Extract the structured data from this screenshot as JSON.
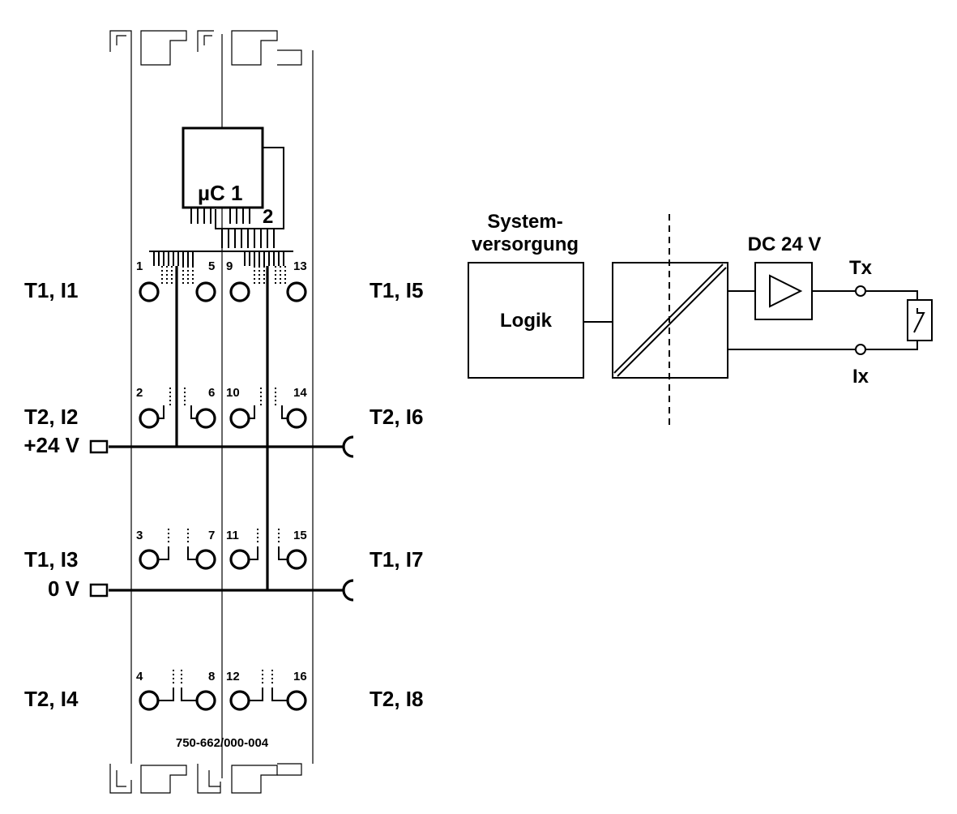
{
  "module": {
    "part_number": "750-662/000-004",
    "uc1_label": "µC 1",
    "uc2_label": "2"
  },
  "terminals": {
    "numbers": [
      "1",
      "2",
      "3",
      "4",
      "5",
      "6",
      "7",
      "8",
      "9",
      "10",
      "11",
      "12",
      "13",
      "14",
      "15",
      "16"
    ],
    "left_labels": {
      "row1": "T1, I1",
      "row2_a": "T2, I2",
      "row2_b": "+24 V",
      "row3_a": "T1, I3",
      "row3_b": "0 V",
      "row4": "T2, I4"
    },
    "right_labels": {
      "row1": "T1, I5",
      "row2": "T2, I6",
      "row3": "T1, I7",
      "row4": "T2, I8"
    }
  },
  "block_diagram": {
    "system_supply_line1": "System-",
    "system_supply_line2": "versorgung",
    "logic": "Logik",
    "dc_label": "DC 24 V",
    "tx_label": "Tx",
    "ix_label": "Ix"
  }
}
